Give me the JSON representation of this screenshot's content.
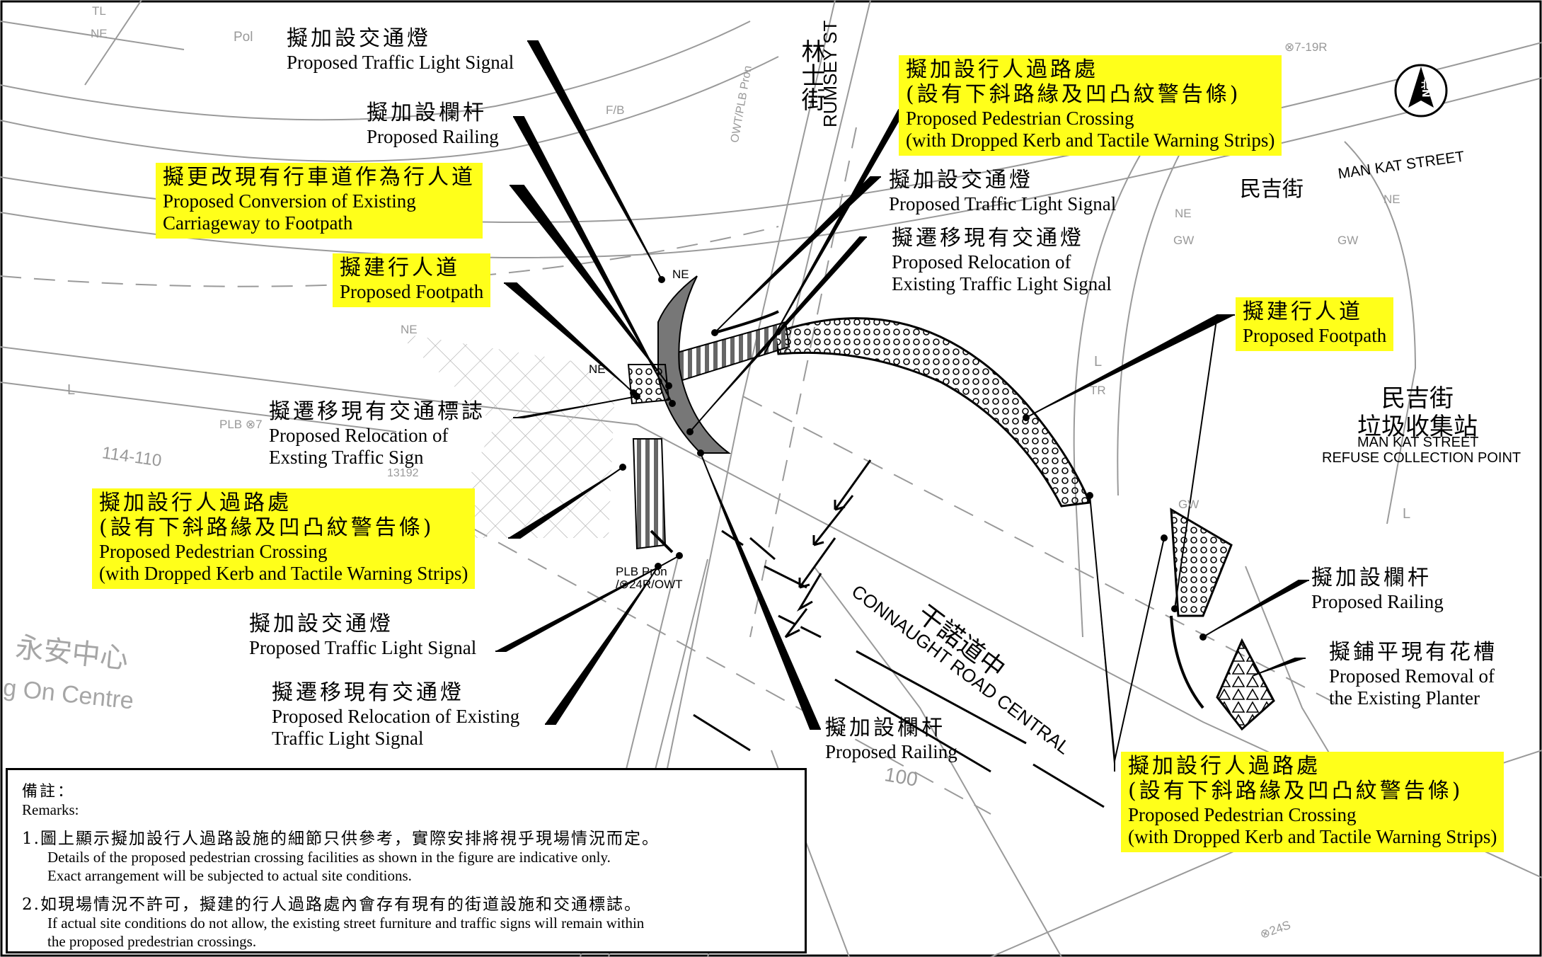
{
  "labels": {
    "signal_top": {
      "zh": "擬加設交通燈",
      "en": "Proposed Traffic Light Signal"
    },
    "railing_top": {
      "zh": "擬加設欄杆",
      "en": "Proposed Railing"
    },
    "conversion": {
      "zh": "擬更改現有行車道作為行人道",
      "en1": "Proposed Conversion of Existing",
      "en2": "Carriageway to Footpath"
    },
    "footpath_left": {
      "zh": "擬建行人道",
      "en": "Proposed Footpath"
    },
    "relocate_sign": {
      "zh": "擬遷移現有交通標誌",
      "en1": "Proposed Relocation of",
      "en2": "Exsting Traffic Sign"
    },
    "crossing_left": {
      "zh1": "擬加設行人過路處",
      "zh2": "(設有下斜路緣及凹凸紋警告條)",
      "en1": "Proposed Pedestrian Crossing",
      "en2": "(with Dropped Kerb and Tactile Warning Strips)"
    },
    "signal_left": {
      "zh": "擬加設交通燈",
      "en": "Proposed Traffic Light Signal"
    },
    "relocate_light_left": {
      "zh": "擬遷移現有交通燈",
      "en1": "Proposed Relocation of Existing",
      "en2": "Traffic Light Signal"
    },
    "crossing_top": {
      "zh1": "擬加設行人過路處",
      "zh2": "(設有下斜路緣及凹凸紋警告條)",
      "en1": "Proposed Pedestrian Crossing",
      "en2": "(with Dropped Kerb and Tactile Warning Strips)"
    },
    "signal_mid": {
      "zh": "擬加設交通燈",
      "en": "Proposed Traffic Light Signal"
    },
    "relocate_light_mid": {
      "zh": "擬遷移現有交通燈",
      "en1": "Proposed Relocation of",
      "en2": "Existing Traffic Light Signal"
    },
    "footpath_right": {
      "zh": "擬建行人道",
      "en": "Proposed Footpath"
    },
    "railing_right": {
      "zh": "擬加設欄杆",
      "en": "Proposed Railing"
    },
    "planter": {
      "zh": "擬鋪平現有花槽",
      "en1": "Proposed Removal of",
      "en2": "the Existing Planter"
    },
    "railing_bottom": {
      "zh": "擬加設欄杆",
      "en": "Proposed Railing"
    },
    "crossing_right": {
      "zh1": "擬加設行人過路處",
      "zh2": "(設有下斜路緣及凹凸紋警告條)",
      "en1": "Proposed Pedestrian Crossing",
      "en2": "(with Dropped Kerb and Tactile Warning Strips)"
    }
  },
  "streets": {
    "rumsey_zh": "林士街",
    "rumsey_en": "RUMSEY ST",
    "mankat_zh": "民吉街",
    "mankat_en": "MAN KAT STREET",
    "connaught_zh": "干諾道中",
    "connaught_en": "CONNAUGHT ROAD CENTRAL",
    "refuse_zh1": "民吉街",
    "refuse_zh2": "垃圾收集站",
    "refuse_en1": "MAN KAT STREET",
    "refuse_en2": "REFUSE COLLECTION POINT",
    "wingon_zh": "永安中心",
    "wingon_en": "g On Centre"
  },
  "map_marks": {
    "lot_114": "114-110",
    "grid_100": "100",
    "pol": "Pol",
    "tl": "TL",
    "ne": "NE",
    "gw": "GW",
    "tr": "TR",
    "l": "L",
    "fb": "F/B",
    "plb1": "PLB ⊗7",
    "plb2": "PLB Pron",
    "plb3": "/⊗24R/OWT",
    "code_719r": "⊗7-19R",
    "code_24s": "⊗24S",
    "code_13192": "13192",
    "owt": "OWT/PLB Pron"
  },
  "remarks": {
    "title_zh": "備註：",
    "title_en": "Remarks:",
    "items": [
      {
        "zh": "1.圖上顯示擬加設行人過路設施的細節只供參考，實際安排將視乎現場情況而定。",
        "en1": "Details of the proposed pedestrian crossing facilities as shown in the figure are indicative only.",
        "en2": "Exact arrangement will be subjected to actual site conditions."
      },
      {
        "zh": "2.如現場情況不許可，擬建的行人過路處內會存有現有的街道設施和交通標誌。",
        "en1": "If actual site conditions do not allow, the existing street furniture and traffic signs will remain within",
        "en2": "the proposed predestrian crossings."
      }
    ]
  },
  "north_arrow": {
    "label": "北N"
  },
  "colors": {
    "highlight": "#ffff1a",
    "line": "#000000",
    "faint_line": "#9a9a9a",
    "proposed_fill": "#777777"
  }
}
